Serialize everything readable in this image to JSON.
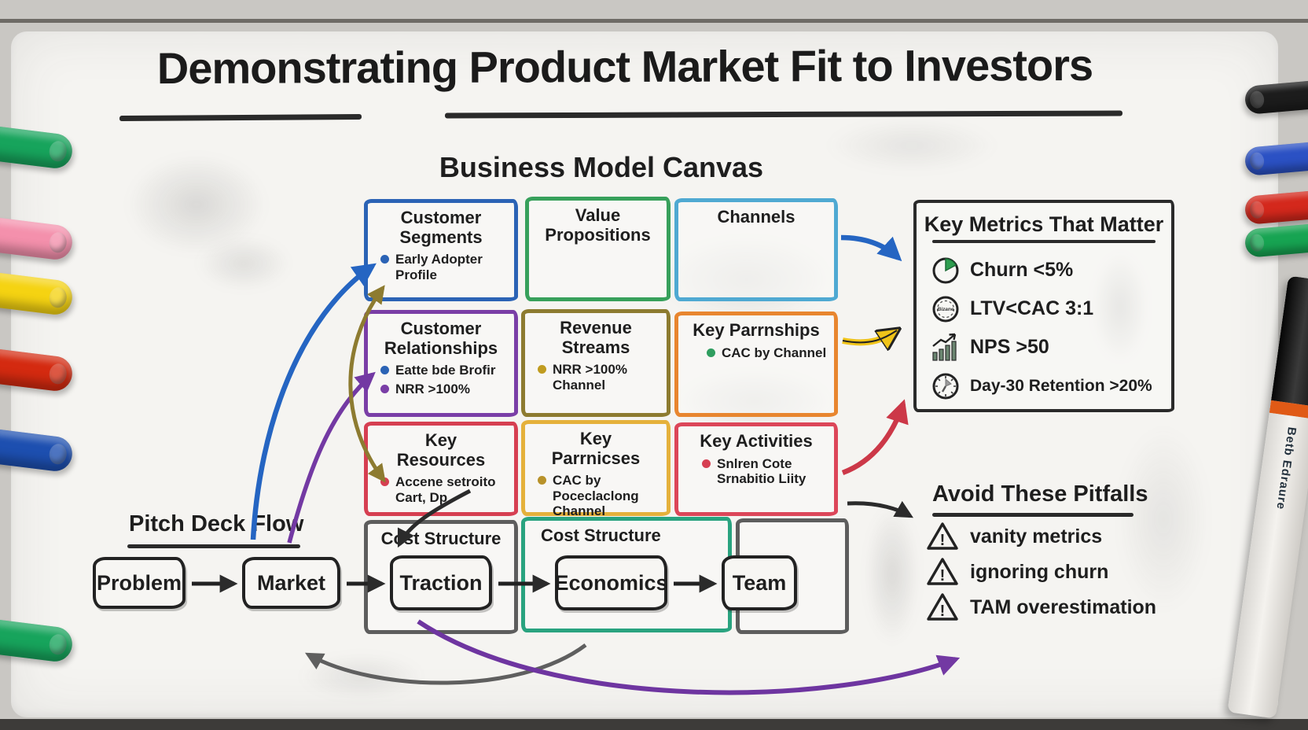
{
  "title": {
    "text": "Demonstrating Product Market Fit to Investors"
  },
  "canvas": {
    "heading": "Business Model Canvas",
    "boxes": [
      {
        "label": "Customer Segments",
        "color": "#2b63b5",
        "bullets": [
          {
            "color": "#2b63b5",
            "text": "Early Adopter Profile"
          }
        ]
      },
      {
        "label": "Value Propositions",
        "color": "#37a05b",
        "bullets": []
      },
      {
        "label": "Channels",
        "color": "#4fa9d2",
        "bullets": []
      },
      {
        "label": "Customer Relationships",
        "color": "#7a3ea6",
        "bullets": [
          {
            "color": "#2b63b5",
            "text": "Eatte bde Brofir"
          },
          {
            "color": "#7a3ea6",
            "text": "NRR >100%"
          }
        ]
      },
      {
        "label": "Revenue Streams",
        "color": "#8d7b30",
        "bullets": [
          {
            "color": "#c09c20",
            "text": "NRR >100% Channel"
          }
        ]
      },
      {
        "label": "Key Parrnships",
        "color": "#e8862f",
        "bullets": [
          {
            "color": "#2f9e5f",
            "text": "CAC by Channel"
          }
        ]
      },
      {
        "label": "Key Resources",
        "color": "#d63f51",
        "bullets": [
          {
            "color": "#d63f51",
            "text": "Accene setroito Cart, Dp"
          }
        ]
      },
      {
        "label": "Key Parrnicses",
        "color": "#e5b13b",
        "bullets": [
          {
            "color": "#b8922a",
            "text": "CAC by Poceclaclong Channel"
          }
        ]
      },
      {
        "label": "Key Activities",
        "color": "#dc4659",
        "bullets": [
          {
            "color": "#d63f51",
            "text": "Snlren Cote Srnabitio Liity"
          }
        ]
      },
      {
        "label": "Cost Structure",
        "color": "#5d5d5d",
        "bullets": []
      },
      {
        "label": "Cost Structure",
        "color": "#29a37f",
        "bullets": []
      },
      {
        "label": "",
        "color": "#5d5d5d",
        "bullets": []
      }
    ]
  },
  "metrics_panel": {
    "heading": "Key Metrics That Matter",
    "items": [
      {
        "icon": "pie-chart-icon",
        "text": "Churn <5%"
      },
      {
        "icon": "coin-icon",
        "icon_label": "Bizane",
        "text": "LTV<CAC 3:1"
      },
      {
        "icon": "growth-chart-icon",
        "text": "NPS >50"
      },
      {
        "icon": "clock-icon",
        "text": "Day-30 Retention >20%"
      }
    ]
  },
  "pitfalls": {
    "heading": "Avoid These Pitfalls",
    "items": [
      {
        "icon": "warning-icon",
        "text": "vanity metrics"
      },
      {
        "icon": "warning-icon",
        "text": "ignoring churn"
      },
      {
        "icon": "warning-icon",
        "text": "TAM overestimation"
      }
    ]
  },
  "pitch_flow": {
    "heading": "Pitch Deck Flow",
    "steps": [
      "Problem",
      "Market",
      "Traction",
      "Economics",
      "Team"
    ]
  },
  "markers": {
    "left": [
      {
        "color": "#17a45c"
      },
      {
        "color": "#f490ac"
      },
      {
        "color": "#f5d312"
      },
      {
        "color": "#d42a10"
      },
      {
        "color": "#1d4fb0"
      },
      {
        "color": "#17a45c"
      }
    ],
    "right": [
      {
        "color": "#1c1c1c"
      },
      {
        "color": "#2b51c4"
      },
      {
        "color": "#d4281c"
      },
      {
        "color": "#17a452"
      }
    ],
    "big_marker_text": "Betb Edraure"
  },
  "ink_colors": {
    "black": "#2b2b2b",
    "blue": "#2565c2",
    "purple": "#7339a3",
    "olive": "#8d7b30",
    "yellow": "#f0c419",
    "red": "#cc3848",
    "gray": "#5f5f5f"
  }
}
